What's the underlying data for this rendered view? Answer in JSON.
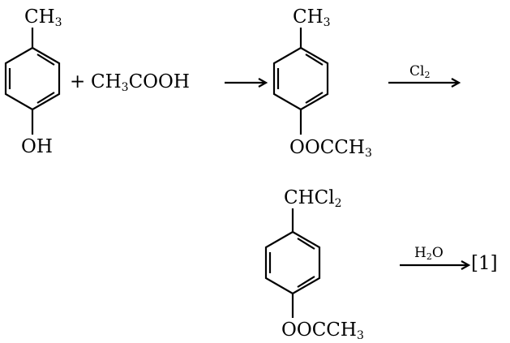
{
  "reaction_scheme": {
    "colors": {
      "ink": "#000000",
      "background": "#ffffff"
    },
    "step1": {
      "reactant": {
        "ring": "benzene",
        "top_substituent": {
          "main": "CH",
          "sub": "3"
        },
        "bottom_substituent": "OH"
      },
      "plus": "+",
      "reagent": {
        "a": "CH",
        "a_sub": "3",
        "b": "COOH"
      },
      "product": {
        "ring": "benzene",
        "top_substituent": {
          "main": "CH",
          "sub": "3"
        },
        "bottom_substituent": "OOCCH",
        "bottom_substituent_sub": "3"
      }
    },
    "step2": {
      "reagent": {
        "main": "Cl",
        "sub": "2"
      },
      "product": {
        "ring": "benzene",
        "top_substituent": {
          "main": "CHCl",
          "sub": "2"
        },
        "bottom_substituent": "OOCCH",
        "bottom_substituent_sub": "3"
      }
    },
    "step3": {
      "reagent": {
        "a": "H",
        "a_sub": "2",
        "b": "O"
      },
      "product_placeholder": "[1]"
    }
  }
}
